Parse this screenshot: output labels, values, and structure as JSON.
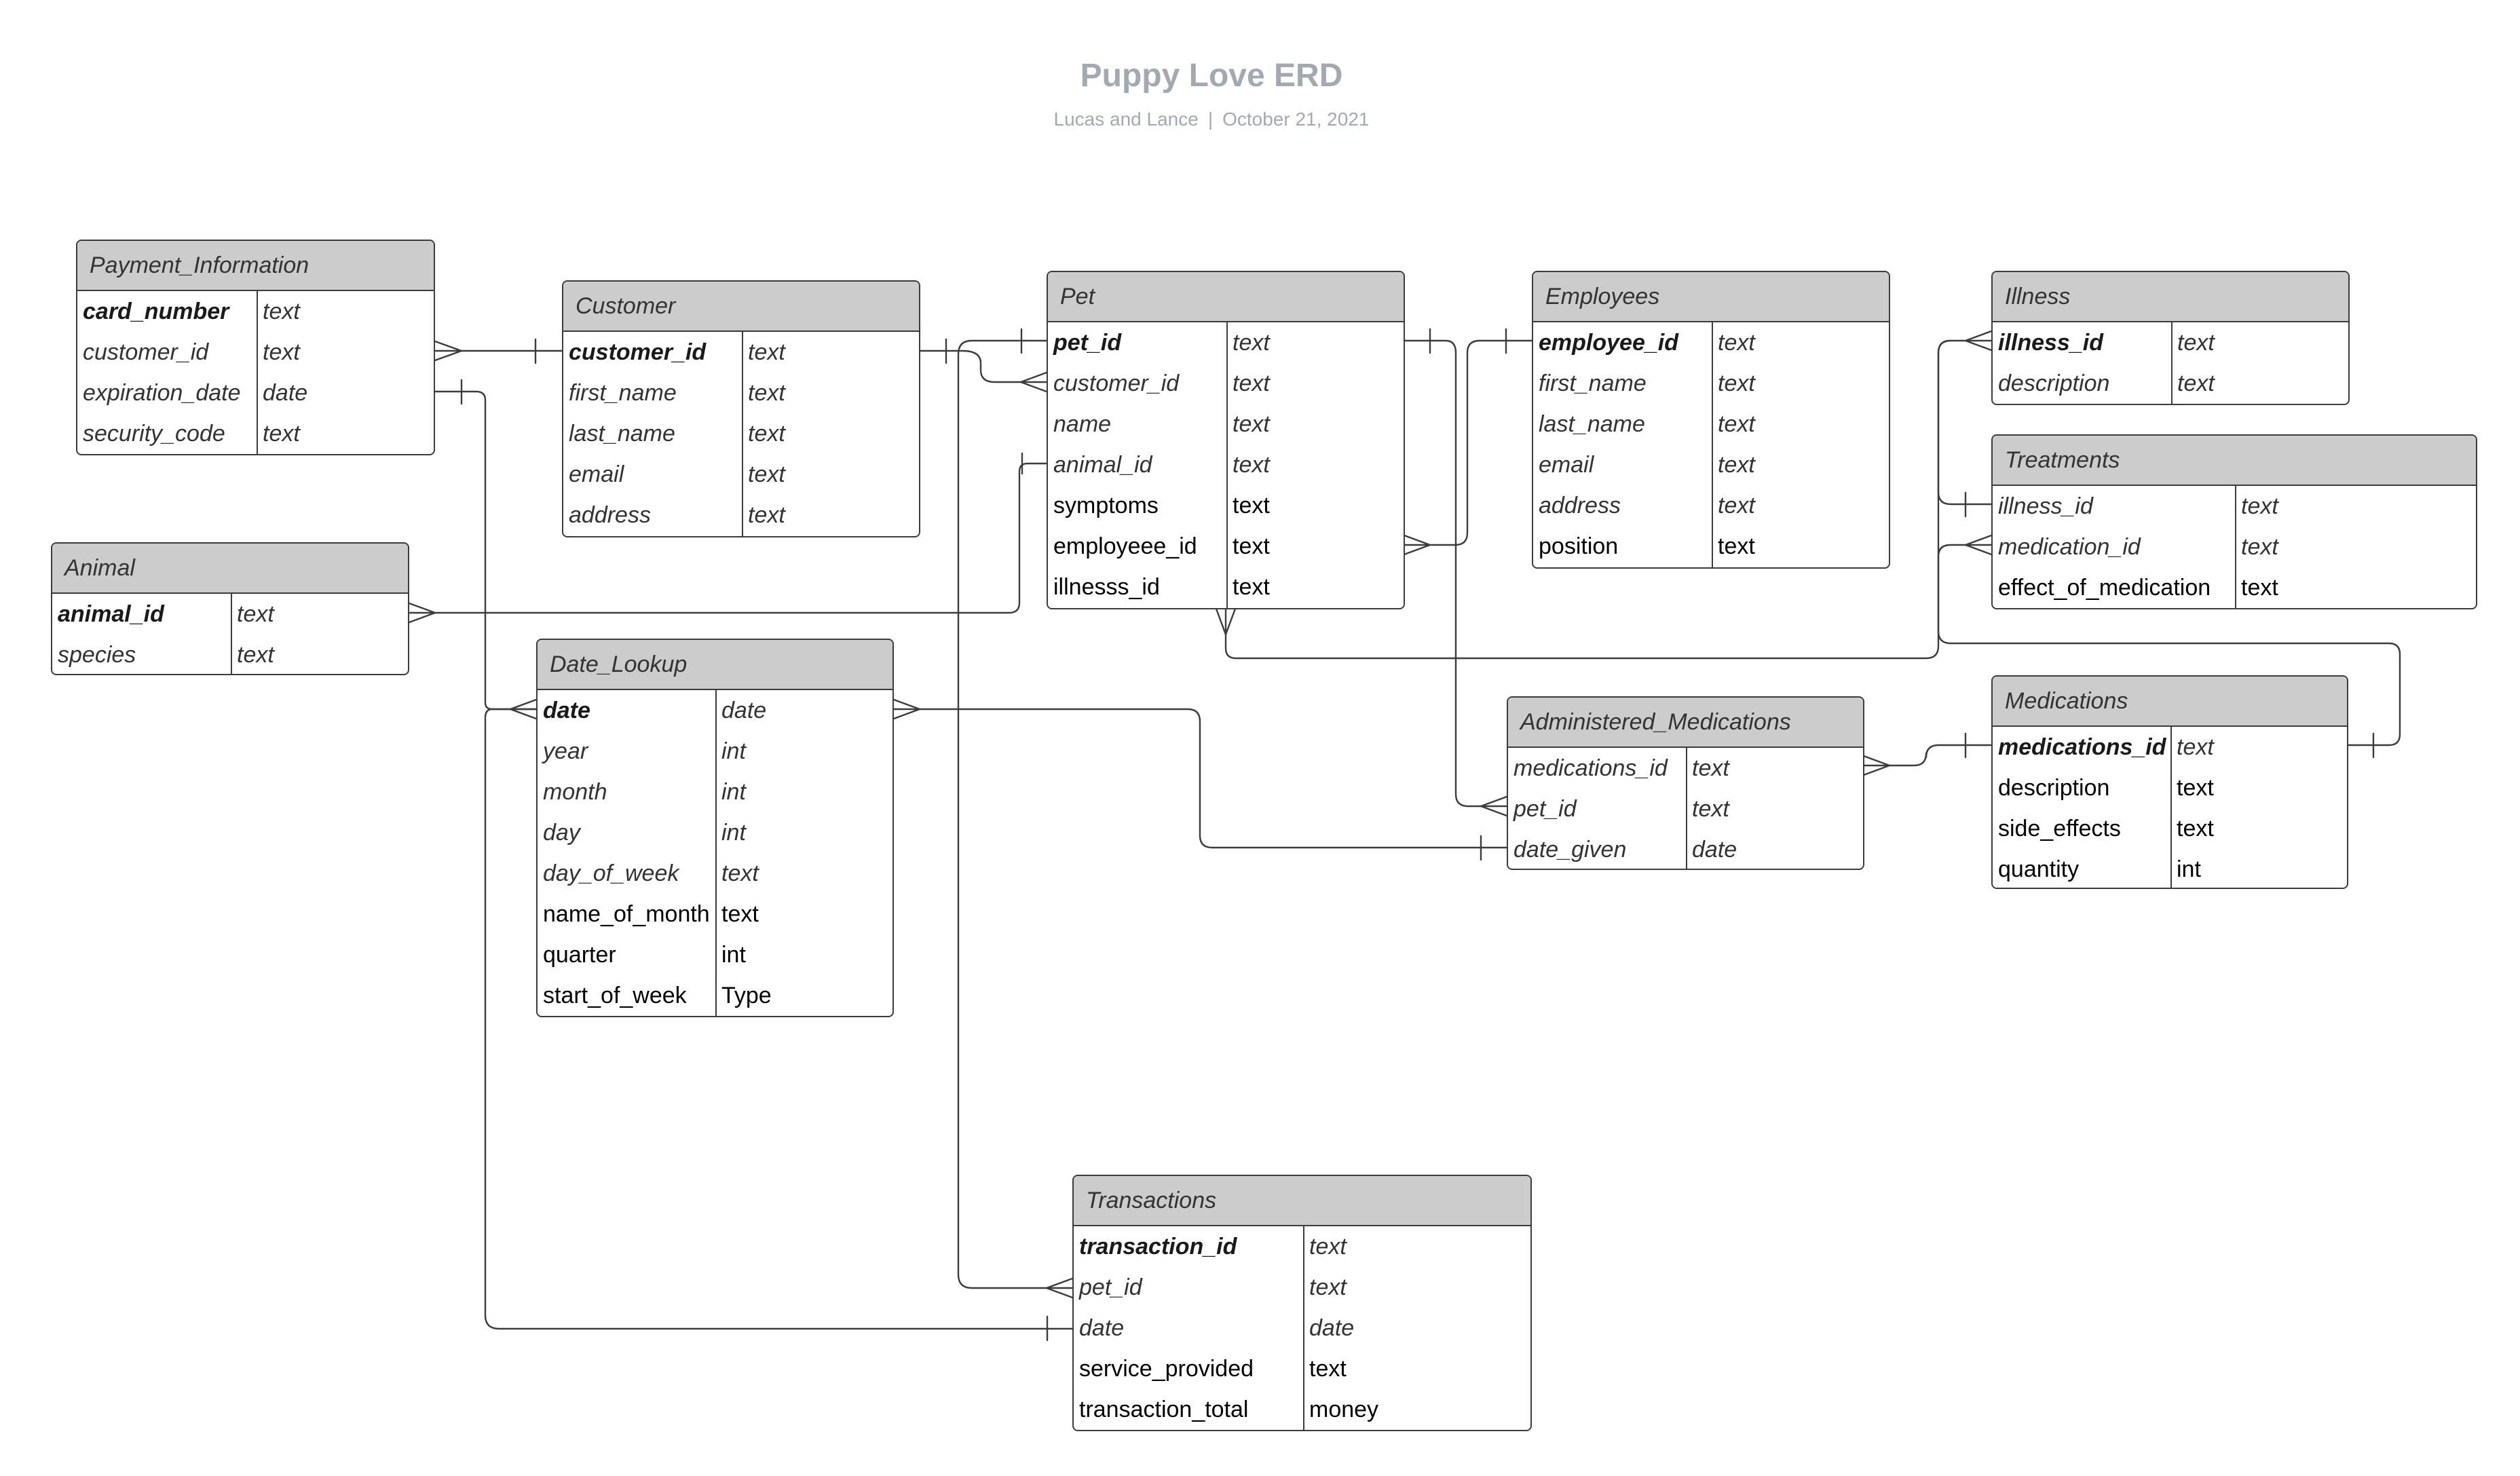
{
  "diagram": {
    "title": "Puppy Love ERD",
    "authors": "Lucas and Lance",
    "separator": "|",
    "date": "October 21, 2021"
  },
  "colors": {
    "header_bg": "#cccccc",
    "border": "#3c3c3c",
    "title": "#a3a9b1"
  },
  "entities": {
    "payment_information": {
      "name": "Payment_Information",
      "fields": [
        {
          "name": "card_number",
          "type": "text",
          "style": "pk"
        },
        {
          "name": "customer_id",
          "type": "text",
          "style": "it"
        },
        {
          "name": "expiration_date",
          "type": "date",
          "style": "it"
        },
        {
          "name": "security_code",
          "type": "text",
          "style": "it"
        }
      ]
    },
    "customer": {
      "name": "Customer",
      "fields": [
        {
          "name": "customer_id",
          "type": "text",
          "style": "pk"
        },
        {
          "name": "first_name",
          "type": "text",
          "style": "it"
        },
        {
          "name": "last_name",
          "type": "text",
          "style": "it"
        },
        {
          "name": "email",
          "type": "text",
          "style": "it"
        },
        {
          "name": "address",
          "type": "text",
          "style": "it"
        }
      ]
    },
    "pet": {
      "name": "Pet",
      "fields": [
        {
          "name": "pet_id",
          "type": "text",
          "style": "pk"
        },
        {
          "name": "customer_id",
          "type": "text",
          "style": "it"
        },
        {
          "name": "name",
          "type": "text",
          "style": "it"
        },
        {
          "name": "animal_id",
          "type": "text",
          "style": "it"
        },
        {
          "name": "symptoms",
          "type": "text",
          "style": "plain"
        },
        {
          "name": "employeee_id",
          "type": "text",
          "style": "plain"
        },
        {
          "name": "illnesss_id",
          "type": "text",
          "style": "plain"
        }
      ]
    },
    "employees": {
      "name": "Employees",
      "fields": [
        {
          "name": "employee_id",
          "type": "text",
          "style": "pk"
        },
        {
          "name": "first_name",
          "type": "text",
          "style": "it"
        },
        {
          "name": "last_name",
          "type": "text",
          "style": "it"
        },
        {
          "name": "email",
          "type": "text",
          "style": "it"
        },
        {
          "name": "address",
          "type": "text",
          "style": "it"
        },
        {
          "name": "position",
          "type": "text",
          "style": "plain"
        }
      ]
    },
    "illness": {
      "name": "Illness",
      "fields": [
        {
          "name": "illness_id",
          "type": "text",
          "style": "pk"
        },
        {
          "name": "description",
          "type": "text",
          "style": "it"
        }
      ]
    },
    "treatments": {
      "name": "Treatments",
      "fields": [
        {
          "name": "illness_id",
          "type": "text",
          "style": "it"
        },
        {
          "name": "medication_id",
          "type": "text",
          "style": "it"
        },
        {
          "name": "effect_of_medication",
          "type": "text",
          "style": "plain"
        }
      ]
    },
    "animal": {
      "name": "Animal",
      "fields": [
        {
          "name": "animal_id",
          "type": "text",
          "style": "pk"
        },
        {
          "name": "species",
          "type": "text",
          "style": "it"
        }
      ]
    },
    "date_lookup": {
      "name": "Date_Lookup",
      "fields": [
        {
          "name": "date",
          "type": "date",
          "style": "pk-b"
        },
        {
          "name": "year",
          "type": "int",
          "style": "it"
        },
        {
          "name": "month",
          "type": "int",
          "style": "it"
        },
        {
          "name": "day",
          "type": "int",
          "style": "it"
        },
        {
          "name": "day_of_week",
          "type": "text",
          "style": "it"
        },
        {
          "name": "name_of_month",
          "type": "text",
          "style": "plain"
        },
        {
          "name": "quarter",
          "type": "int",
          "style": "plain"
        },
        {
          "name": "start_of_week",
          "type": "Type",
          "style": "plain"
        }
      ]
    },
    "administered_medications": {
      "name": "Administered_Medications",
      "fields": [
        {
          "name": "medications_id",
          "type": "text",
          "style": "it"
        },
        {
          "name": "pet_id",
          "type": "text",
          "style": "it"
        },
        {
          "name": "date_given",
          "type": "date",
          "style": "it"
        }
      ]
    },
    "medications": {
      "name": "Medications",
      "fields": [
        {
          "name": "medications_id",
          "type": "text",
          "style": "pk-mixed"
        },
        {
          "name": "description",
          "type": "text",
          "style": "plain"
        },
        {
          "name": "side_effects",
          "type": "text",
          "style": "plain"
        },
        {
          "name": "quantity",
          "type": "int",
          "style": "plain"
        }
      ]
    },
    "transactions": {
      "name": "Transactions",
      "fields": [
        {
          "name": "transaction_id",
          "type": "text",
          "style": "pk"
        },
        {
          "name": "pet_id",
          "type": "text",
          "style": "it"
        },
        {
          "name": "date",
          "type": "date",
          "style": "it"
        },
        {
          "name": "service_provided",
          "type": "text",
          "style": "plain"
        },
        {
          "name": "transaction_total",
          "type": "money",
          "style": "plain"
        }
      ]
    }
  }
}
